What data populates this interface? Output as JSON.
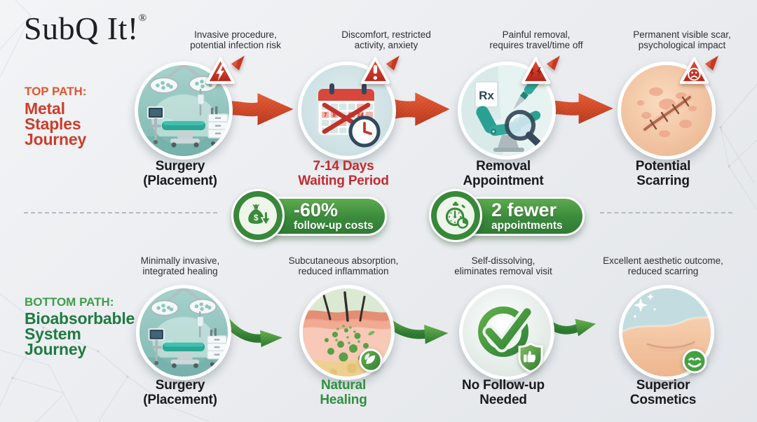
{
  "brand": {
    "name": "SubQ It!",
    "registered_mark": "®"
  },
  "colors": {
    "background": "#eceef0",
    "top_heading": "#e4552c",
    "top_title": "#cd3d2a",
    "top_arrow": "#d74a27",
    "warning_red": "#d2392b",
    "red_label": "#c22b30",
    "bottom_heading": "#3d9e4a",
    "bottom_title": "#1f7b42",
    "bottom_arrow": "#3f9032",
    "green_label": "#2e9040",
    "badge_green": "#3b8a3c",
    "text_dark": "#191a1c"
  },
  "top_path": {
    "heading": "TOP PATH:",
    "title": "Metal\nStaples\nJourney",
    "steps": [
      {
        "annotation": "Invasive procedure,\npotential infection risk",
        "label": "Surgery\n(Placement)",
        "warning_icon": "electric-hazard-warning-icon",
        "illustration": "operating-room-illustration"
      },
      {
        "annotation": "Discomfort, restricted\nactivity, anxiety",
        "label": "7-14 Days\nWaiting Period",
        "warning_icon": "exclamation-warning-icon",
        "illustration": "crossed-calendar-clock-illustration",
        "calendar_days": [
          "7",
          "8",
          "13",
          "14"
        ]
      },
      {
        "annotation": "Painful removal,\nrequires travel/time off",
        "label": "Removal\nAppointment",
        "warning_icon": "pain-warning-icon",
        "illustration": "removal-chair-illustration",
        "rx_label": "Rx"
      },
      {
        "annotation": "Permanent visible scar,\npsychological impact",
        "label": "Potential\nScarring",
        "warning_icon": "sad-face-warning-icon",
        "illustration": "scarred-skin-illustration"
      }
    ]
  },
  "benefit_badges": [
    {
      "icon": "money-bag-down-arrow-icon",
      "icon_glyph": "$",
      "value": "-60%",
      "caption": "follow-up costs"
    },
    {
      "icon": "stopwatch-icon",
      "value": "2 fewer",
      "caption": "appointments"
    }
  ],
  "bottom_path": {
    "heading": "BOTTOM PATH:",
    "title": "Bioabsorbable\nSystem\nJourney",
    "steps": [
      {
        "annotation": "Minimally invasive,\nintegrated healing",
        "label": "Surgery\n(Placement)",
        "illustration": "operating-room-illustration"
      },
      {
        "annotation": "Subcutaneous absorption,\nreduced inflammation",
        "label": "Natural\nHealing",
        "illustration": "skin-absorption-illustration",
        "badge_icon": "leaf-icon"
      },
      {
        "annotation": "Self-dissolving,\neliminates removal visit",
        "label": "No Follow-up\nNeeded",
        "illustration": "green-checkmark-illustration",
        "badge_icon": "thumbs-up-shield-icon"
      },
      {
        "annotation": "Excellent aesthetic outcome,\nreduced scarring",
        "label": "Superior\nCosmetics",
        "illustration": "healed-skin-illustration",
        "badge_icon": "smiley-face-icon"
      }
    ]
  }
}
